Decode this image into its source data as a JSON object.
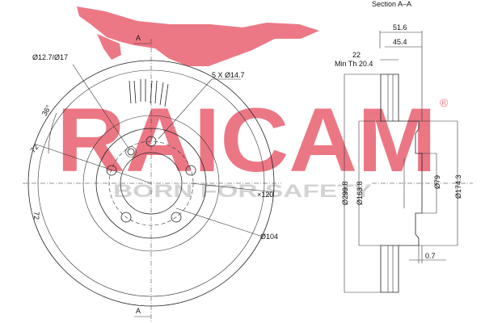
{
  "section_title": "Section A–A",
  "colors": {
    "watermark": "#e85a6a",
    "line": "#222222"
  },
  "watermark": {
    "brand": "RAICAM",
    "registered": "®",
    "tagline": "BORN FOR SAFETY"
  },
  "front_view": {
    "section_marker_top": "A",
    "section_marker_bottom": "A",
    "dimensions": {
      "bolt_hole": "Ø12.7/Ø17",
      "stud_holes": "5 X Ø14.7",
      "angle": "36°",
      "angle_72_top": "72",
      "angle_72_left": "72",
      "pcd": "×120",
      "d104": "Ø104"
    }
  },
  "section_view": {
    "dimensions": {
      "overall_width": "51.6",
      "hat_height": "45.4",
      "thickness": "22",
      "min_thickness": "Min Th 20.4",
      "outer_diameter": "Ø299.8",
      "inner_diameter": "Ø163.8",
      "center_bore": "Ø79",
      "hat_diameter": "Ø174.3",
      "offset": "0.7"
    }
  }
}
